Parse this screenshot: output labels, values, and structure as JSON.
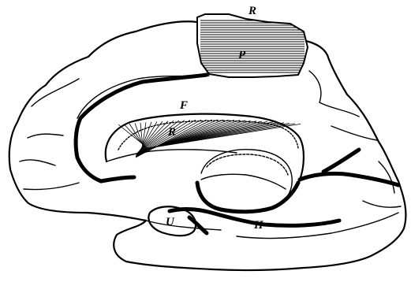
{
  "diagram": {
    "labels": {
      "R_top": "R",
      "P": "P",
      "F": "F",
      "R_mid": "R",
      "U": "U",
      "H": "H"
    }
  }
}
